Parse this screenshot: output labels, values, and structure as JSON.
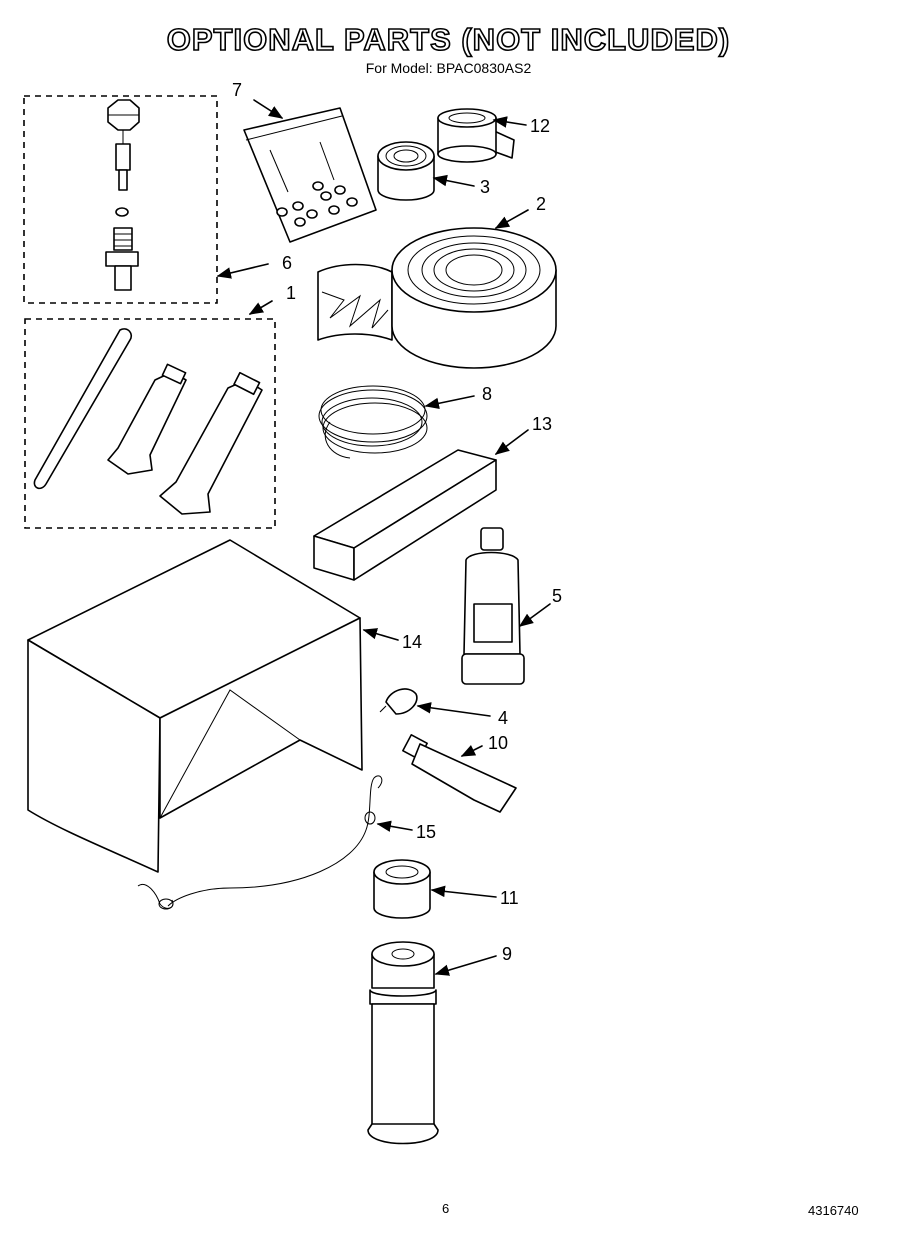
{
  "header": {
    "title": "OPTIONAL PARTS (NOT INCLUDED)",
    "subtitle": "For Model: BPAC0830AS2"
  },
  "callouts": [
    {
      "id": "part-1",
      "label": "1"
    },
    {
      "id": "part-2",
      "label": "2"
    },
    {
      "id": "part-3",
      "label": "3"
    },
    {
      "id": "part-4",
      "label": "4"
    },
    {
      "id": "part-5",
      "label": "5"
    },
    {
      "id": "part-6",
      "label": "6"
    },
    {
      "id": "part-7",
      "label": "7"
    },
    {
      "id": "part-8",
      "label": "8"
    },
    {
      "id": "part-9",
      "label": "9"
    },
    {
      "id": "part-10",
      "label": "10"
    },
    {
      "id": "part-11",
      "label": "11"
    },
    {
      "id": "part-12",
      "label": "12"
    },
    {
      "id": "part-13",
      "label": "13"
    },
    {
      "id": "part-14",
      "label": "14"
    },
    {
      "id": "part-15",
      "label": "15"
    }
  ],
  "footer": {
    "page_number": "6",
    "document_number": "4316740"
  }
}
